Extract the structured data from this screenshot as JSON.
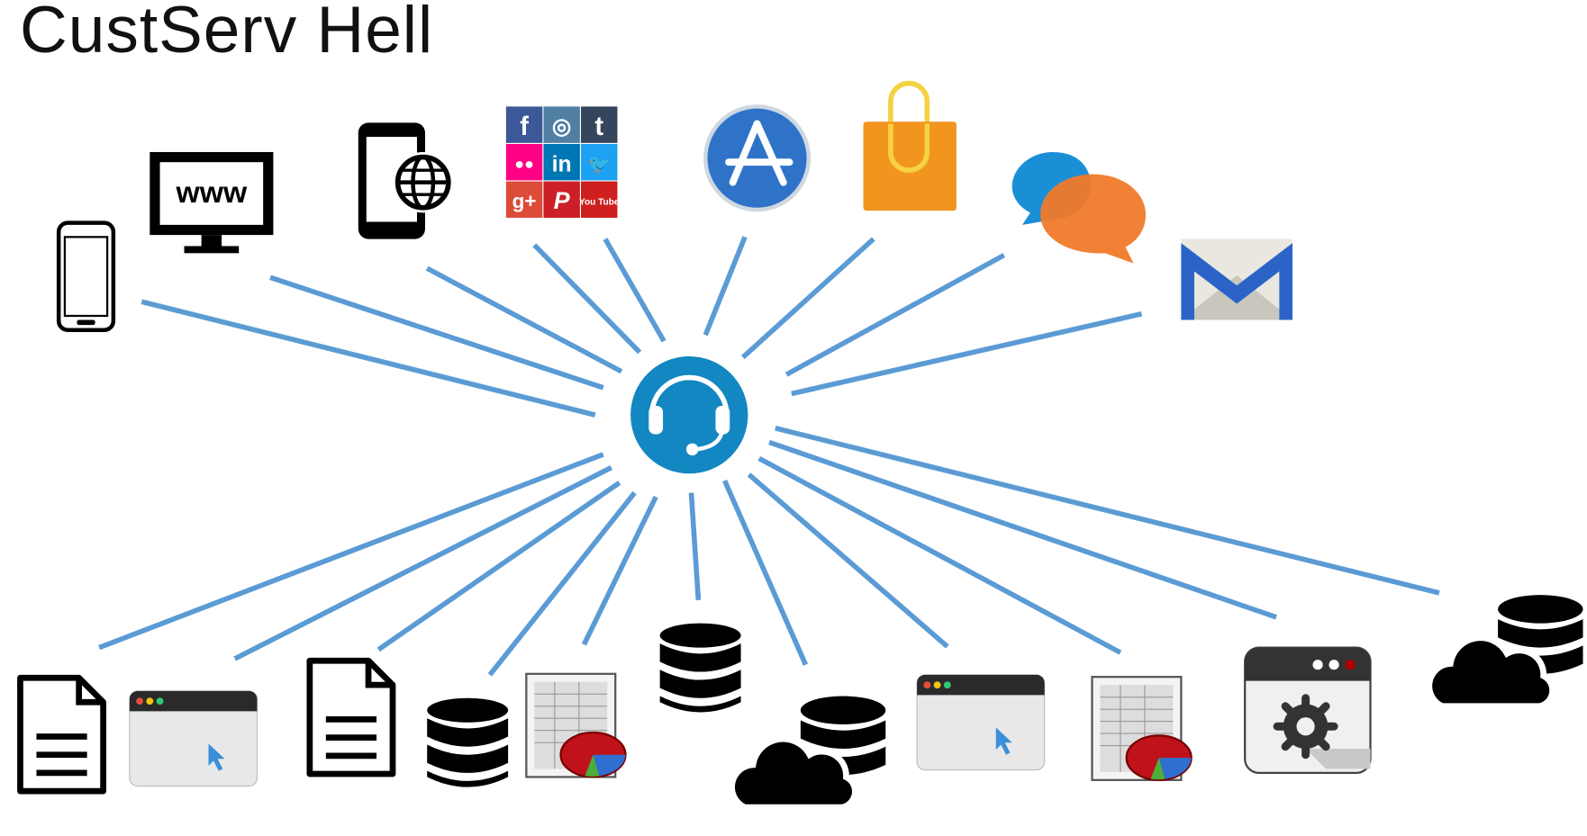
{
  "title": "CustServ Hell",
  "colors": {
    "hub": "#1387c1",
    "connector": "#5b9bd5"
  },
  "hub": {
    "icon": "headset-icon"
  },
  "top_icons": [
    {
      "name": "smartphone-icon"
    },
    {
      "name": "web-monitor-icon",
      "label": "www"
    },
    {
      "name": "mobile-web-icon"
    },
    {
      "name": "social-media-grid-icon",
      "tiles": [
        "f",
        "◎",
        "t",
        "●●",
        "in",
        "🐦",
        "g+",
        "P",
        "You Tube"
      ]
    },
    {
      "name": "app-store-icon"
    },
    {
      "name": "shopping-bag-icon"
    },
    {
      "name": "chat-bubbles-icon"
    },
    {
      "name": "mail-icon"
    }
  ],
  "bottom_icons": [
    {
      "name": "document-icon"
    },
    {
      "name": "app-window-icon"
    },
    {
      "name": "document-icon"
    },
    {
      "name": "database-icon"
    },
    {
      "name": "spreadsheet-chart-icon"
    },
    {
      "name": "database-icon"
    },
    {
      "name": "cloud-database-icon"
    },
    {
      "name": "app-window-icon"
    },
    {
      "name": "spreadsheet-chart-icon"
    },
    {
      "name": "settings-window-icon"
    },
    {
      "name": "cloud-database-icon"
    }
  ]
}
